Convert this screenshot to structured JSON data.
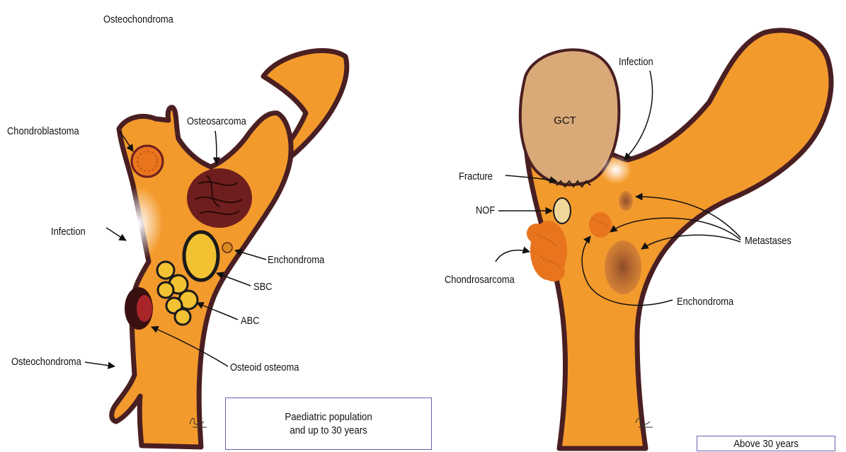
{
  "colors": {
    "bone": "#f39a2c",
    "outline": "#4a1f22",
    "gct": "#d9a978",
    "lesion_orange": "#e8741e",
    "osteosarcoma": "#6e1e1e",
    "cyst_yellow": "#f2c233",
    "nof": "#efd79a",
    "metastasis": "#a85a30",
    "box_border": "#6b5fb0"
  },
  "left_panel": {
    "top_label": "Osteochondroma",
    "labels": {
      "chondroblastoma": "Chondroblastoma",
      "osteosarcoma": "Osteosarcoma",
      "infection": "Infection",
      "enchondroma": "Enchondroma",
      "sbc": "SBC",
      "abc": "ABC",
      "osteoid_osteoma": "Osteoid osteoma",
      "osteochondroma": "Osteochondroma"
    },
    "caption_line1": "Paediatric population",
    "caption_line2": "and up to 30 years"
  },
  "right_panel": {
    "labels": {
      "gct": "GCT",
      "infection": "Infection",
      "fracture": "Fracture",
      "nof": "NOF",
      "chondrosarcoma": "Chondrosarcoma",
      "metastases": "Metastases",
      "enchondroma": "Enchondroma"
    },
    "caption": "Above 30 years"
  }
}
